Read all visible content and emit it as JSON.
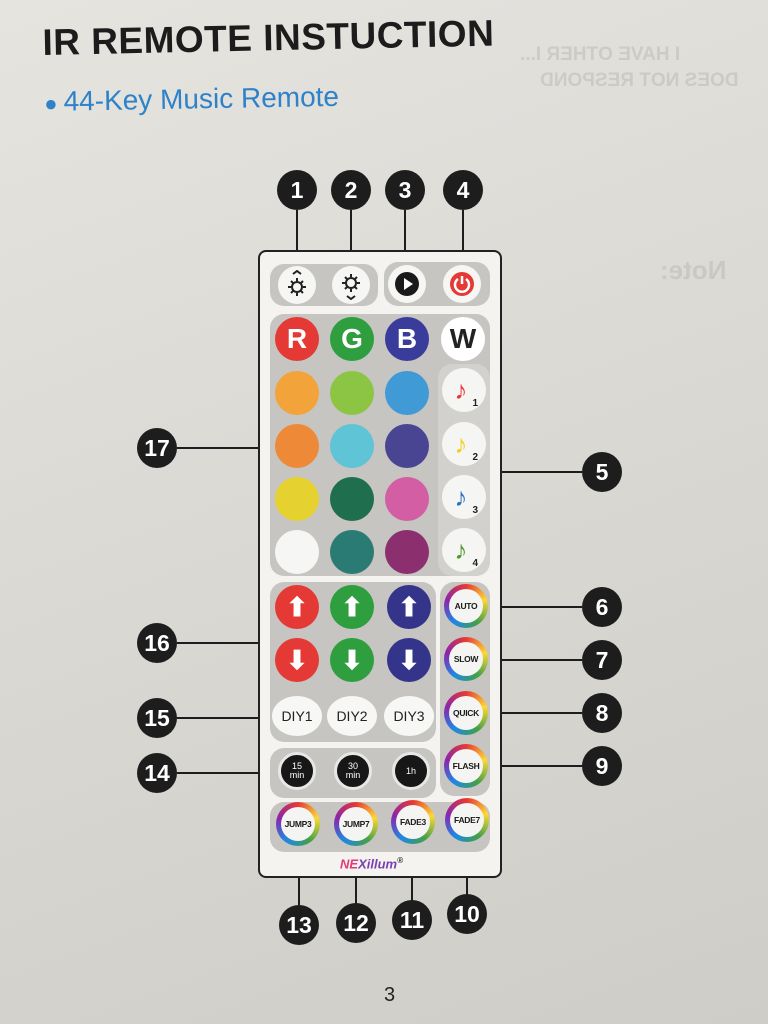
{
  "page": {
    "title": "IR REMOTE INSTUCTION",
    "subtitle": "44-Key Music Remote",
    "page_number": "3"
  },
  "bleed_text": {
    "line1": "I HAVE OTHER I...",
    "line2": "DOES NOT RESPOND",
    "note": "Note:"
  },
  "callouts": {
    "c1": "1",
    "c2": "2",
    "c3": "3",
    "c4": "4",
    "c5": "5",
    "c6": "6",
    "c7": "7",
    "c8": "8",
    "c9": "9",
    "c10": "10",
    "c11": "11",
    "c12": "12",
    "c13": "13",
    "c14": "14",
    "c15": "15",
    "c16": "16",
    "c17": "17"
  },
  "remote": {
    "top_row": [
      {
        "icon": "brightness-up-icon"
      },
      {
        "icon": "brightness-down-icon"
      },
      {
        "icon": "play-pause-icon"
      },
      {
        "icon": "power-icon",
        "color": "#e53935"
      }
    ],
    "rgbw": [
      {
        "label": "R",
        "color": "#e53935"
      },
      {
        "label": "G",
        "color": "#2e9e3e"
      },
      {
        "label": "B",
        "color": "#3a3c9c"
      },
      {
        "label": "W",
        "color": "#ffffff"
      }
    ],
    "color_grid": [
      [
        "#f2a33a",
        "#8cc544",
        "#3f9ad6"
      ],
      [
        "#ee8a37",
        "#5fc4d6",
        "#4a4592"
      ],
      [
        "#e5d12f",
        "#1f6e4d",
        "#d35ea4"
      ],
      [
        "#f6f6f4",
        "#2a7b74",
        "#8b2f6e"
      ]
    ],
    "music": [
      {
        "num": "1",
        "color": "#e53935"
      },
      {
        "num": "2",
        "color": "#f2cf1e"
      },
      {
        "num": "3",
        "color": "#2f6fc4"
      },
      {
        "num": "4",
        "color": "#4c9a2a"
      }
    ],
    "up": [
      {
        "color": "#e53935"
      },
      {
        "color": "#2e9e3e"
      },
      {
        "color": "#33348a"
      }
    ],
    "down": [
      {
        "color": "#e53935"
      },
      {
        "color": "#2e9e3e"
      },
      {
        "color": "#33348a"
      }
    ],
    "diy": [
      "DIY1",
      "DIY2",
      "DIY3"
    ],
    "timers": [
      {
        "top": "15",
        "bottom": "min"
      },
      {
        "top": "30",
        "bottom": "min"
      },
      {
        "top": "1h",
        "bottom": ""
      }
    ],
    "modes": [
      "AUTO",
      "SLOW",
      "QUICK",
      "FLASH"
    ],
    "effects": [
      "JUMP3",
      "JUMP7",
      "FADE3",
      "FADE7"
    ],
    "brand": {
      "part1": "NE",
      "part2": "Xillum",
      "mark": "®"
    }
  }
}
